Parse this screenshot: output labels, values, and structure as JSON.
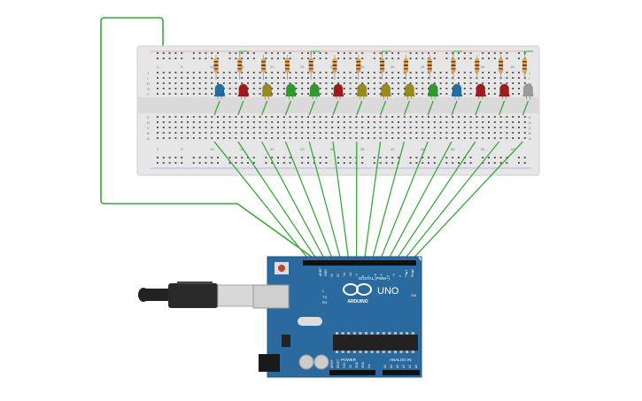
{
  "breadboard": {
    "column_numbers": [
      "1",
      "5",
      "10",
      "15",
      "20",
      "25",
      "30",
      "35",
      "40",
      "45",
      "50",
      "55",
      "60"
    ],
    "row_letters_top": [
      "J",
      "I",
      "H",
      "G",
      "F"
    ],
    "row_letters_bottom": [
      "E",
      "D",
      "C",
      "B",
      "A"
    ]
  },
  "leds": [
    {
      "color": "#1f6fa3"
    },
    {
      "color": "#a11a1a"
    },
    {
      "color": "#9a8a1a"
    },
    {
      "color": "#2e9a2e"
    },
    {
      "color": "#2e9a2e"
    },
    {
      "color": "#a11a1a"
    },
    {
      "color": "#9a8a1a"
    },
    {
      "color": "#9a8a1a"
    },
    {
      "color": "#9a8a1a"
    },
    {
      "color": "#2e9a2e"
    },
    {
      "color": "#1f6fa3"
    },
    {
      "color": "#a11a1a"
    },
    {
      "color": "#a11a1a"
    },
    {
      "color": "#9a9a9a"
    }
  ],
  "arduino": {
    "logo_text": "ARDUINO",
    "model_text": "UNO",
    "digital_label": "DIGITAL (PWM~)",
    "power_label": "POWER",
    "analog_label": "ANALOG IN",
    "tx_label": "TX",
    "rx_label": "RX",
    "on_label": "ON",
    "l_label": "L",
    "aref_label": "AREF",
    "gnd_label": "GND",
    "power_pins": [
      "IOREF",
      "RESET",
      "3.3V",
      "5V",
      "GND",
      "GND",
      "Vin"
    ],
    "analog_pins": [
      "A0",
      "A1",
      "A2",
      "A3",
      "A4",
      "A5"
    ],
    "digital_pins": [
      "13",
      "12",
      "~11",
      "~10",
      "~9",
      "8",
      "7",
      "~6",
      "~5",
      "4",
      "~3",
      "2",
      "TX▶1",
      "RX◀0"
    ]
  },
  "colors": {
    "wire": "#3aa83a",
    "board": "#2a6a9e",
    "breadboard": "#e6e6e6"
  }
}
